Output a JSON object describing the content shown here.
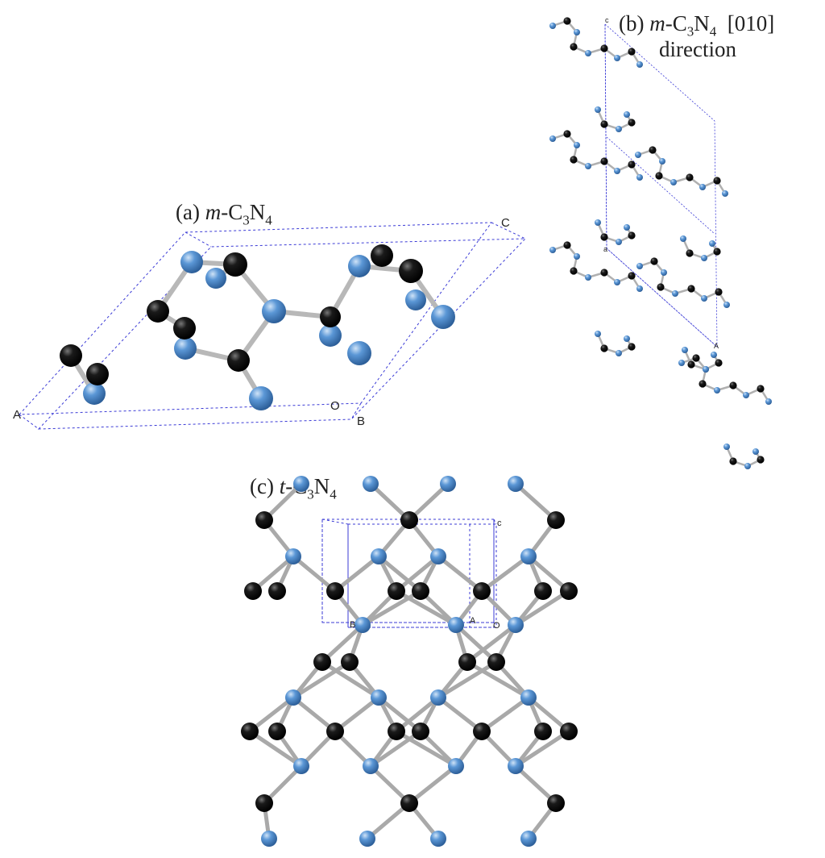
{
  "colors": {
    "carbon_atom": "#0b0b0b",
    "nitrogen_atom": "#4a86c8",
    "bond": "#b8b8b8",
    "cell_edge": "#3b3bd6"
  },
  "panels": [
    {
      "id": "a",
      "label_prefix": "(a) ",
      "label_italic": "m",
      "label_formula": "-C",
      "label_sub1": "3",
      "label_mid": "N",
      "label_sub2": "4",
      "axis_letters": [
        "A",
        "O",
        "B",
        "C"
      ]
    },
    {
      "id": "b",
      "label_prefix": "(b) ",
      "label_italic": "m",
      "label_formula": "-C",
      "label_sub1": "3",
      "label_mid": "N",
      "label_sub2": "4",
      "label_suffix": "  [010]",
      "label_line2": "direction",
      "axis_letters": [
        "c",
        "a",
        "A"
      ]
    },
    {
      "id": "c",
      "label_prefix": "(c) ",
      "label_italic": "t",
      "label_formula": "-C",
      "label_sub1": "3",
      "label_mid": "N",
      "label_sub2": "4",
      "axis_letters": [
        "c",
        "B",
        "A",
        "O"
      ]
    }
  ]
}
